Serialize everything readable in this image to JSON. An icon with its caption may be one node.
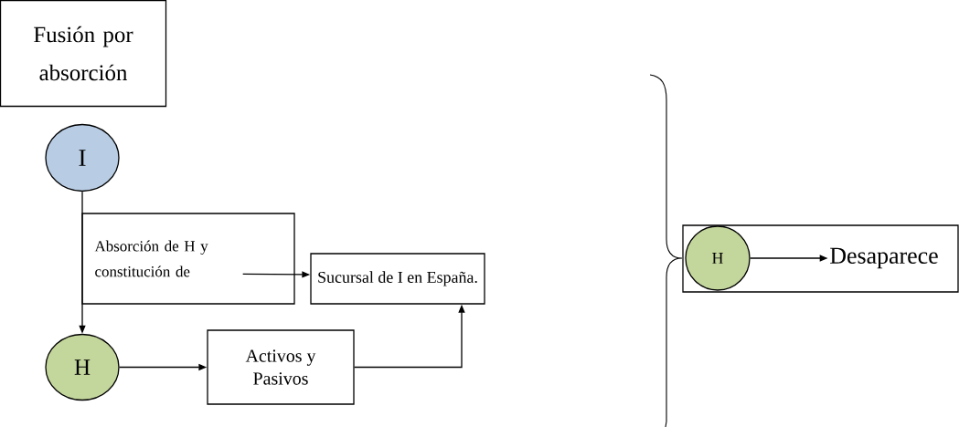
{
  "diagram": {
    "nodes": [
      {
        "text": [
          "Fusión por absorción"
        ]
      },
      {
        "text": [
          "I"
        ]
      },
      {
        "text": [
          "Absorción de H y constitución de"
        ]
      },
      {
        "text": [
          "Sucursal de I en España."
        ]
      },
      {
        "text": [
          "H"
        ]
      },
      {
        "text": [
          "Activos y Pasivos"
        ]
      },
      {
        "text": [],
        "shape": "box"
      },
      {
        "text": [
          "H"
        ],
        "in": 6
      },
      {
        "text": [
          "Desaparece"
        ],
        "in": 6
      }
    ],
    "edges": [
      {
        "from": 1,
        "to": 4,
        "arrow": "to"
      },
      {
        "from": 2,
        "to": 3,
        "arrow": "to"
      },
      {
        "from": 4,
        "to": 5,
        "arrow": "to"
      },
      {
        "from": 5,
        "to": 3,
        "arrow": "to"
      },
      {
        "from": 7,
        "to": 8,
        "arrow": "to"
      }
    ]
  }
}
